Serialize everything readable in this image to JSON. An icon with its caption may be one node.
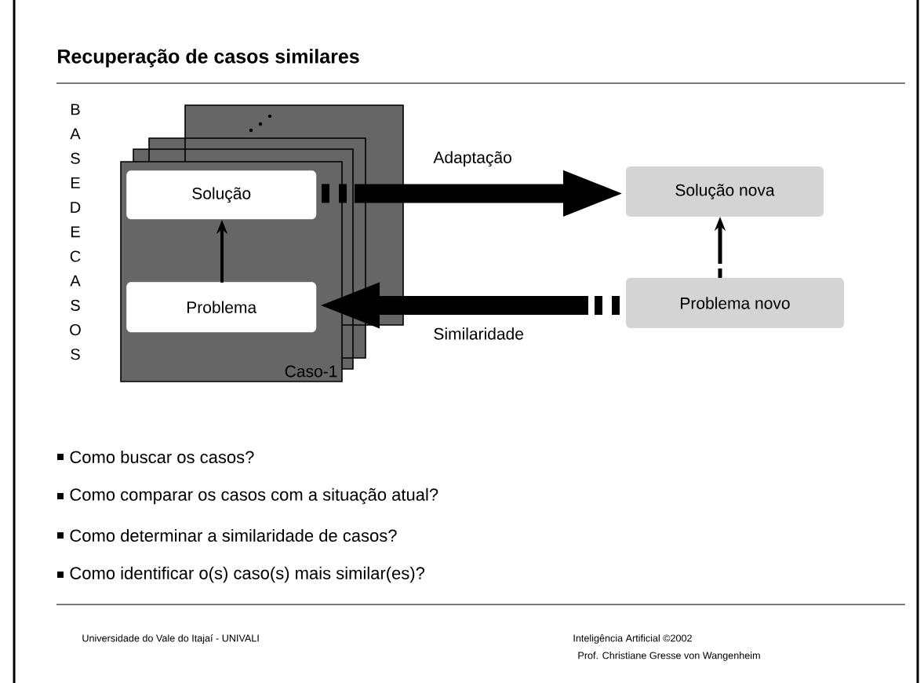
{
  "diagram": {
    "title": "Recuperação de casos similares",
    "nodes": [
      {
        "text": [
          "Caso-1"
        ]
      },
      {
        "text": [
          "Solução"
        ],
        "in": 0
      },
      {
        "text": [
          "Problema"
        ],
        "in": 0
      },
      {
        "text": [
          "Solução nova"
        ]
      },
      {
        "text": [
          "Problema novo"
        ]
      }
    ],
    "edges": [
      {
        "from": 2,
        "to": 1,
        "arrow": "to"
      },
      {
        "from": 1,
        "to": 3,
        "arrow": "to",
        "label": "Adaptação",
        "style": "thick"
      },
      {
        "from": 4,
        "to": 2,
        "arrow": "to",
        "label": "Similaridade",
        "style": "thick"
      },
      {
        "from": 4,
        "to": 3,
        "arrow": "to",
        "style": "dashed"
      }
    ],
    "labels": [
      "B A S E D E C A S O S",
      "Como buscar os casos?",
      "Como comparar os casos com a situação atual?",
      "Como determinar a similaridade de casos?",
      "Como identificar o(s) caso(s) mais similar(es)?",
      "Universidade do Vale do Itajaí - UNIVALI",
      "Inteligência Artificial ©2002",
      "Prof. Christiane Gresse von Wangenheim"
    ]
  }
}
